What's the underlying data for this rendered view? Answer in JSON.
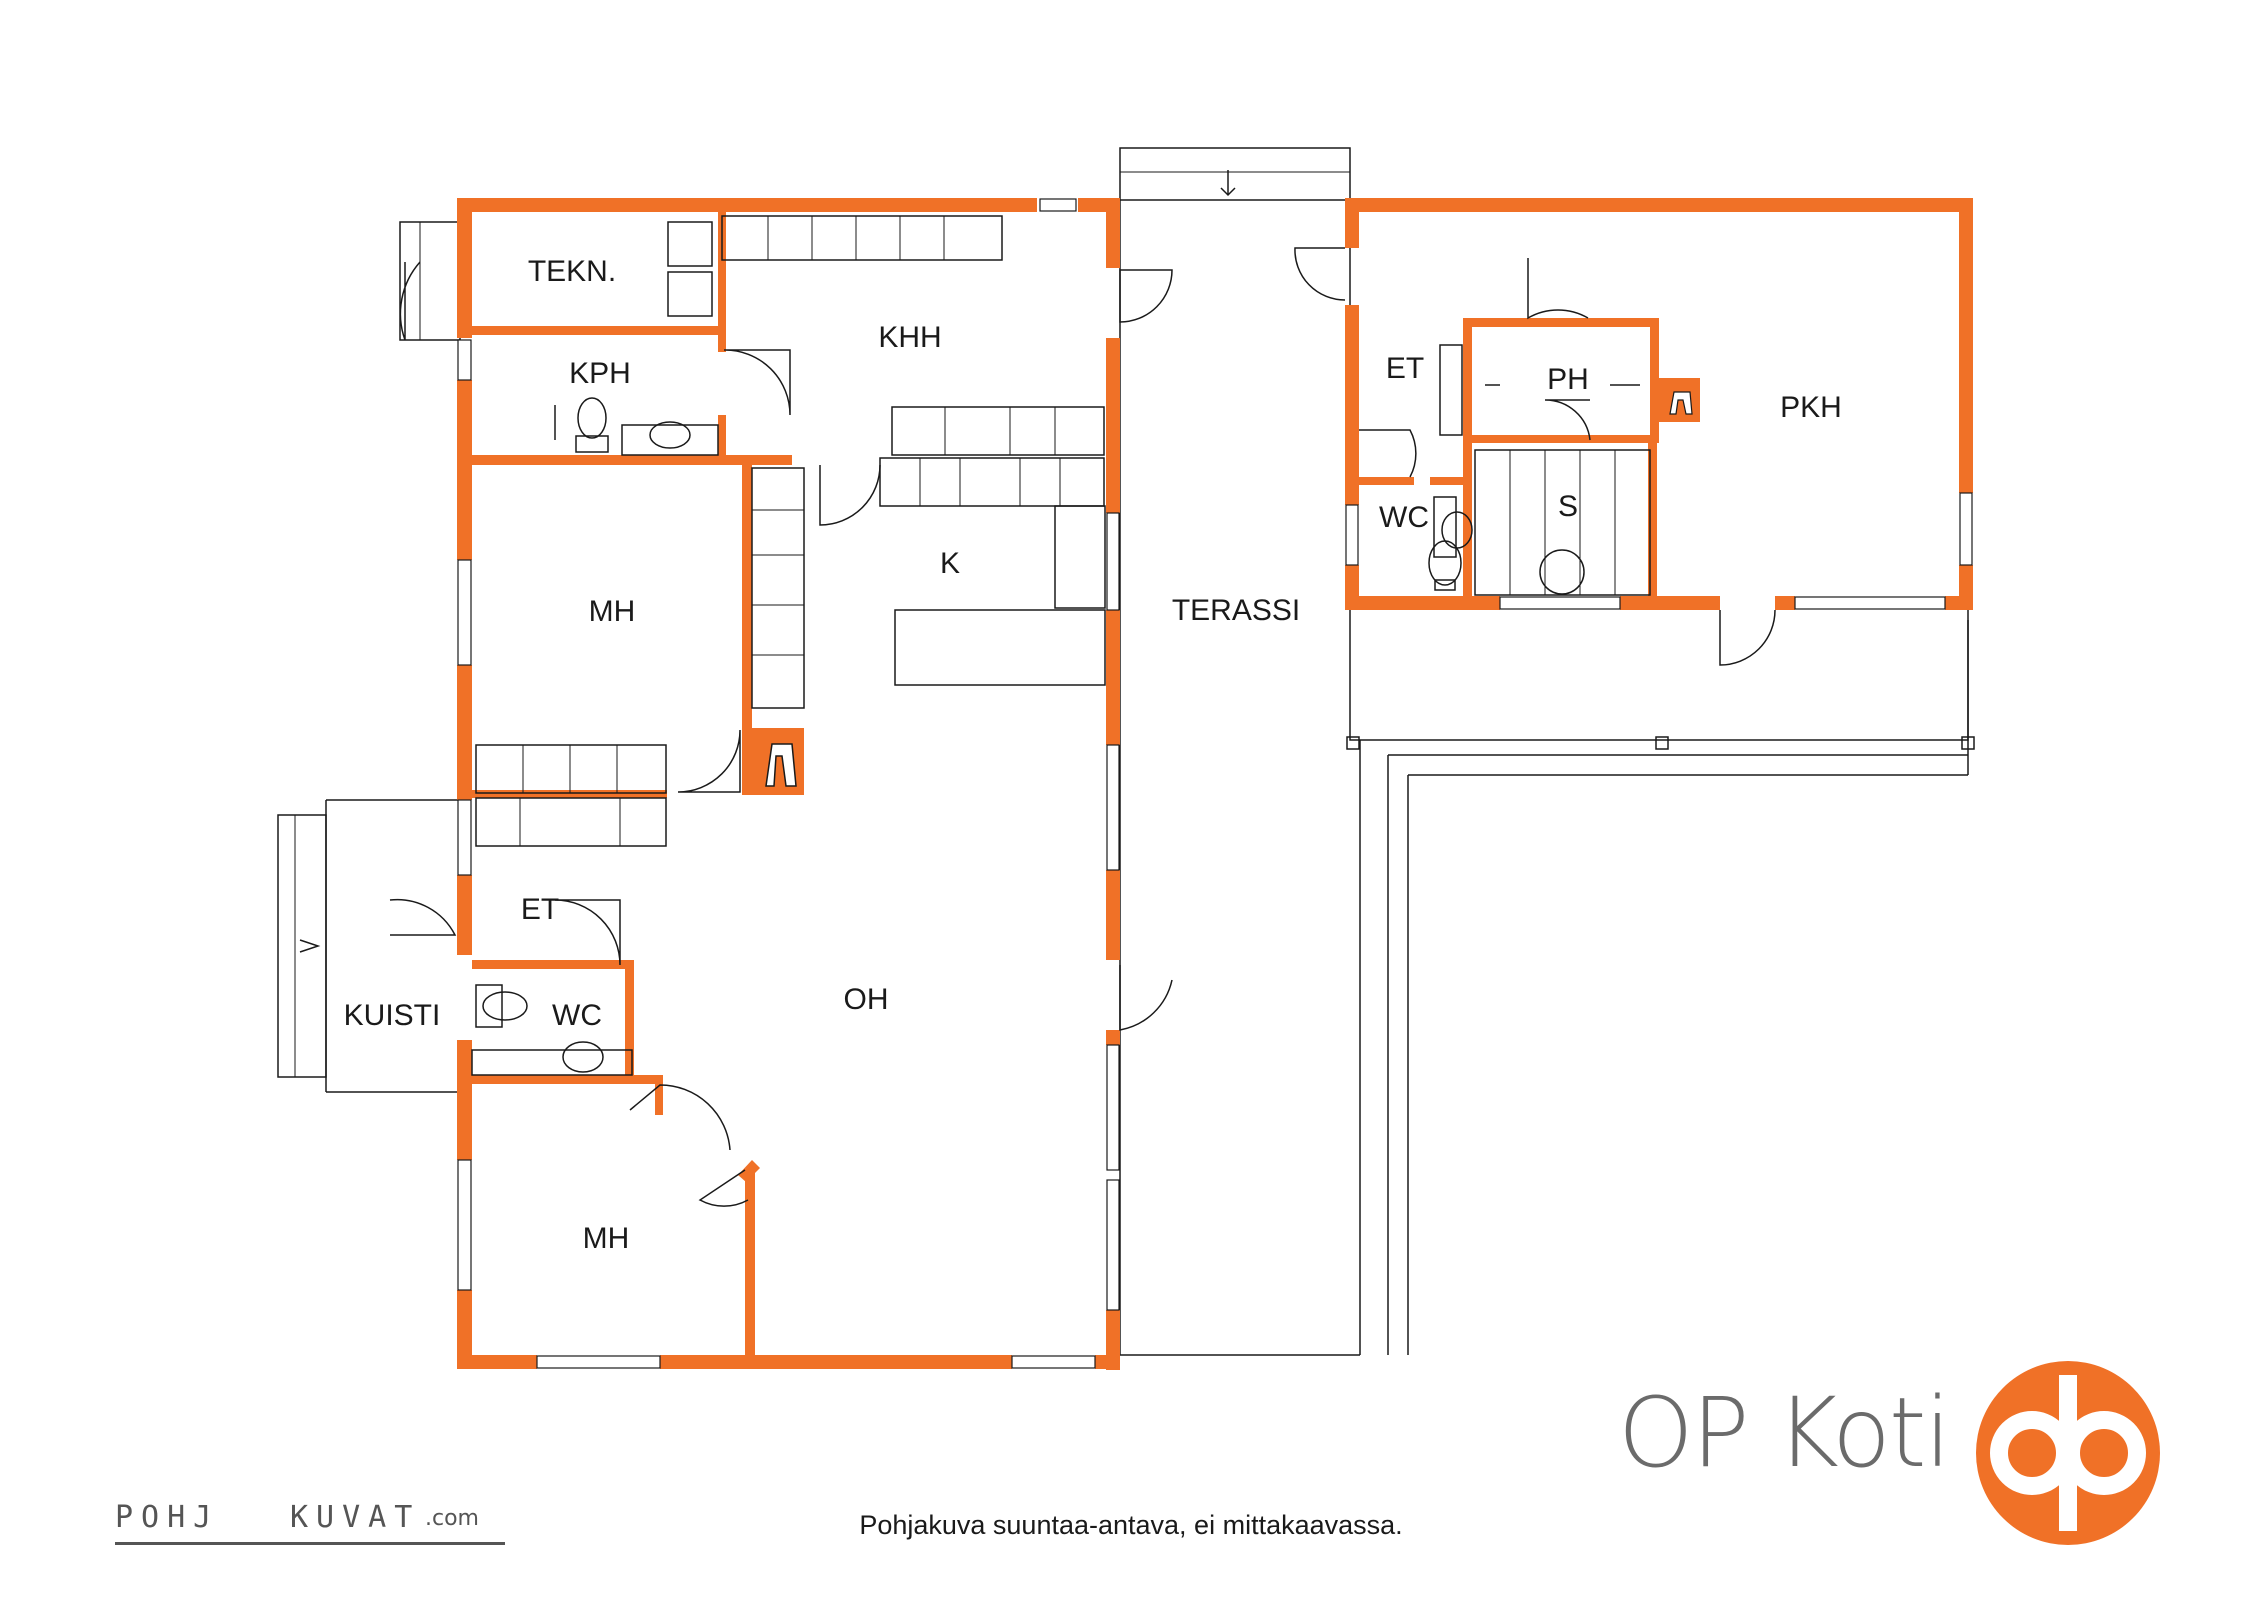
{
  "rooms": {
    "tekn": "TEKN.",
    "khh": "KHH",
    "kph": "KPH",
    "k": "K",
    "mh_upper": "MH",
    "terassi": "TERASSI",
    "et_right": "ET",
    "ph": "PH",
    "pkh": "PKH",
    "wc_right": "WC",
    "s": "S",
    "et_left": "ET",
    "kuisti": "KUISTI",
    "wc_left": "WC",
    "oh": "OH",
    "mh_lower": "MH"
  },
  "branding": {
    "op_koti": "OP Koti",
    "pohjakuvat_left": "POHJ",
    "pohjakuvat_right": "KUVAT",
    "pohjakuvat_suffix": ".com"
  },
  "caption": "Pohjakuva suuntaa-antava, ei mittakaavassa.",
  "colors": {
    "wall": "#f07127",
    "line": "#1a1a1a",
    "text": "#1a1a1a",
    "brand_gray": "#6b6b6b"
  }
}
